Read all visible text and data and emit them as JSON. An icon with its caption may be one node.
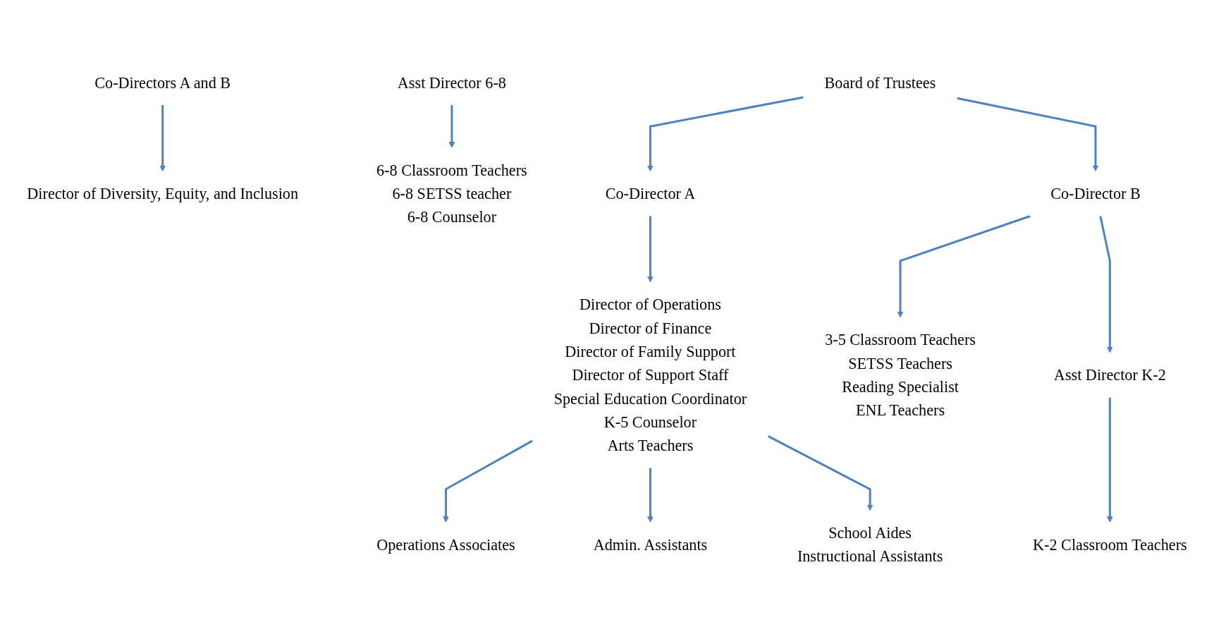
{
  "diagram": {
    "nodes": [
      {
        "text": [
          "Board of Trustees"
        ]
      },
      {
        "text": [
          "Co-Director A"
        ]
      },
      {
        "text": [
          "Co-Director B"
        ]
      },
      {
        "text": [
          "Director of Operations",
          "Director of Finance",
          "Director of Family Support",
          "Director of Support Staff",
          "Special Education Coordinator",
          "K-5 Counselor",
          "Arts Teachers"
        ]
      },
      {
        "text": [
          "Operations Associates"
        ]
      },
      {
        "text": [
          "Admin. Assistants"
        ]
      },
      {
        "text": [
          "School Aides",
          "Instructional Assistants"
        ]
      },
      {
        "text": [
          "3-5 Classroom Teachers",
          "SETSS Teachers",
          "Reading Specialist",
          "ENL Teachers"
        ]
      },
      {
        "text": [
          "Asst Director K-2"
        ]
      },
      {
        "text": [
          "K-2 Classroom Teachers"
        ]
      },
      {
        "text": [
          "Asst Director 6-8"
        ]
      },
      {
        "text": [
          "6-8 Classroom Teachers",
          "6-8 SETSS teacher",
          "6-8 Counselor"
        ]
      },
      {
        "text": [
          "Co-Directors A and B"
        ]
      },
      {
        "text": [
          "Director of Diversity, Equity, and Inclusion"
        ]
      }
    ],
    "edges": [
      {
        "from": 0,
        "to": 1,
        "arrow": "to"
      },
      {
        "from": 0,
        "to": 2,
        "arrow": "to"
      },
      {
        "from": 1,
        "to": 3,
        "arrow": "to"
      },
      {
        "from": 3,
        "to": 4,
        "arrow": "to"
      },
      {
        "from": 3,
        "to": 5,
        "arrow": "to"
      },
      {
        "from": 3,
        "to": 6,
        "arrow": "to"
      },
      {
        "from": 2,
        "to": 7,
        "arrow": "to"
      },
      {
        "from": 2,
        "to": 8,
        "arrow": "to"
      },
      {
        "from": 8,
        "to": 9,
        "arrow": "to"
      },
      {
        "from": 10,
        "to": 11,
        "arrow": "to"
      },
      {
        "from": 12,
        "to": 13,
        "arrow": "to"
      }
    ]
  }
}
